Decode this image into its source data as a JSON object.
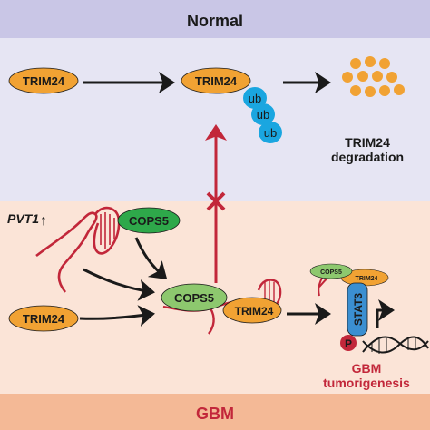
{
  "header": {
    "title": "Normal"
  },
  "footer": {
    "title": "GBM"
  },
  "normal_pathway": {
    "protein_left": "TRIM24",
    "protein_ub": "TRIM24",
    "ubiquitin": [
      "ub",
      "ub",
      "ub"
    ],
    "outcome_line1": "TRIM24",
    "outcome_line2": "degradation"
  },
  "gbm_pathway": {
    "lncrna_label": "PVT1",
    "lncrna_arrow": "↑",
    "cops5": "COPS5",
    "trim24_input": "TRIM24",
    "complex_cops5": "COPS5",
    "complex_trim24": "TRIM24",
    "mini_cops5": "COPS5",
    "mini_trim24": "TRIM24",
    "stat3": "STAT3",
    "phospho": "P",
    "outcome_line1": "GBM",
    "outcome_line2": "tumorigenesis"
  },
  "colors": {
    "header_band": "#c9c6e6",
    "normal_bg": "#e6e5f3",
    "gbm_bg": "#fbe4d7",
    "footer_band": "#f4b996",
    "trim24_orange": "#f1a233",
    "ub_blue": "#1aa6e0",
    "cops5_green": "#2ea84a",
    "cops5_light": "#8dc86e",
    "rna_red": "#c2273a",
    "stat3_blue": "#3b8fd1",
    "phospho_red": "#c2273a",
    "gbm_text": "#c2273a"
  }
}
